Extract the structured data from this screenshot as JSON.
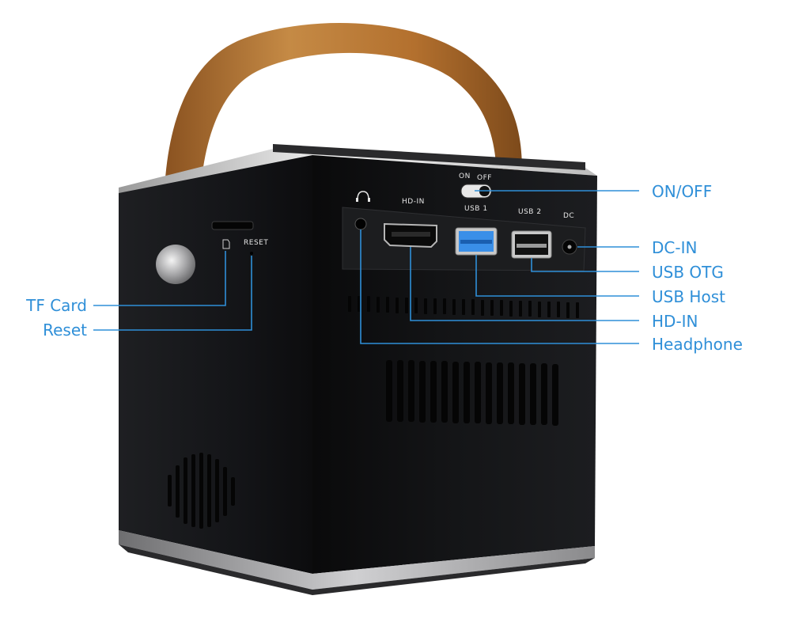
{
  "callouts": {
    "on_off": "ON/OFF",
    "dc_in": "DC-IN",
    "usb_otg": "USB OTG",
    "usb_host": "USB Host",
    "hd_in": "HD-IN",
    "headphone": "Headphone",
    "tf_card": "TF Card",
    "reset": "Reset"
  },
  "printed_labels": {
    "switch_on": "ON",
    "switch_off": "OFF",
    "hd_in": "HD-IN",
    "usb1": "USB 1",
    "usb2": "USB 2",
    "dc": "DC",
    "reset": "RESET"
  },
  "colors": {
    "callout_blue": "#2f8fd8",
    "body_black": "#111214",
    "strap_brown": "#b87530",
    "usb_host_blue": "#3a8fe8"
  },
  "icons": {
    "headphone": "headphone-icon",
    "tf_card": "sd-card-icon"
  }
}
